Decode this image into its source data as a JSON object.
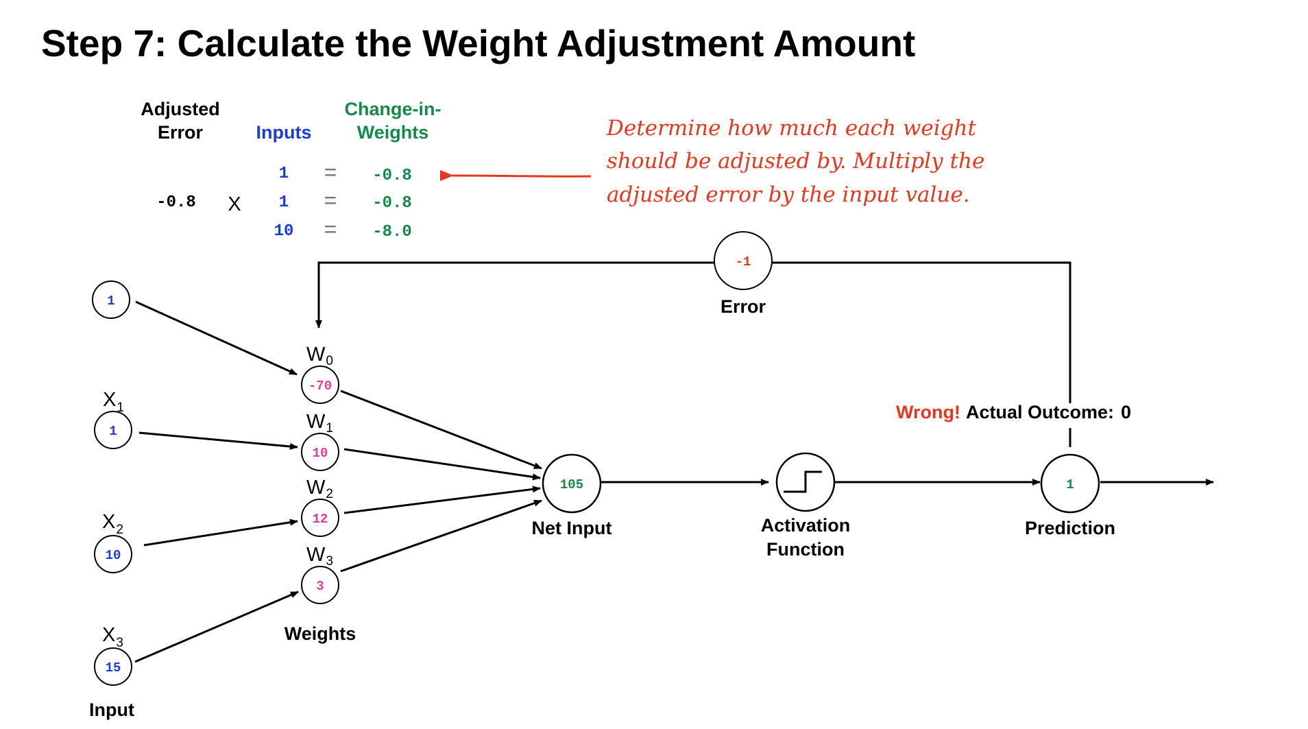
{
  "title": "Step 7: Calculate the Weight Adjustment Amount",
  "colors": {
    "input": "#1a3ddb",
    "change": "#138a4a",
    "weight": "#e83c8c",
    "note": "#e8361c",
    "neutral": "#000000"
  },
  "calc_table": {
    "header_adjusted_error_line1": "Adjusted",
    "header_adjusted_error_line2": "Error",
    "header_inputs": "Inputs",
    "header_change_line1": "Change-in-",
    "header_change_line2": "Weights",
    "adjusted_error": "-0.8",
    "times_symbol": "X",
    "equals_symbol": "=",
    "rows": [
      {
        "input": "1",
        "change": "-0.8"
      },
      {
        "input": "1",
        "change": "-0.8"
      },
      {
        "input": "10",
        "change": "-8.0"
      }
    ]
  },
  "annotation": {
    "lines": [
      "Determine how much each weight",
      "should be adjusted by. Multiply the",
      "adjusted error by the input value."
    ]
  },
  "inputs": {
    "caption": "Input",
    "nodes": [
      {
        "label": "",
        "value": "1"
      },
      {
        "label": "X",
        "sub": "1",
        "value": "1"
      },
      {
        "label": "X",
        "sub": "2",
        "value": "10"
      },
      {
        "label": "X",
        "sub": "3",
        "value": "15"
      }
    ]
  },
  "weights": {
    "caption": "Weights",
    "nodes": [
      {
        "label": "W",
        "sub": "0",
        "value": "-70"
      },
      {
        "label": "W",
        "sub": "1",
        "value": "10"
      },
      {
        "label": "W",
        "sub": "2",
        "value": "12"
      },
      {
        "label": "W",
        "sub": "3",
        "value": "3"
      }
    ]
  },
  "net_input": {
    "value": "105",
    "caption": "Net Input"
  },
  "activation": {
    "caption_line1": "Activation",
    "caption_line2": "Function",
    "icon": "step-function-icon"
  },
  "prediction": {
    "value": "1",
    "caption": "Prediction"
  },
  "error": {
    "value": "-1",
    "caption": "Error"
  },
  "outcome": {
    "wrong": "Wrong!",
    "label": "Actual Outcome:",
    "value": "0"
  }
}
